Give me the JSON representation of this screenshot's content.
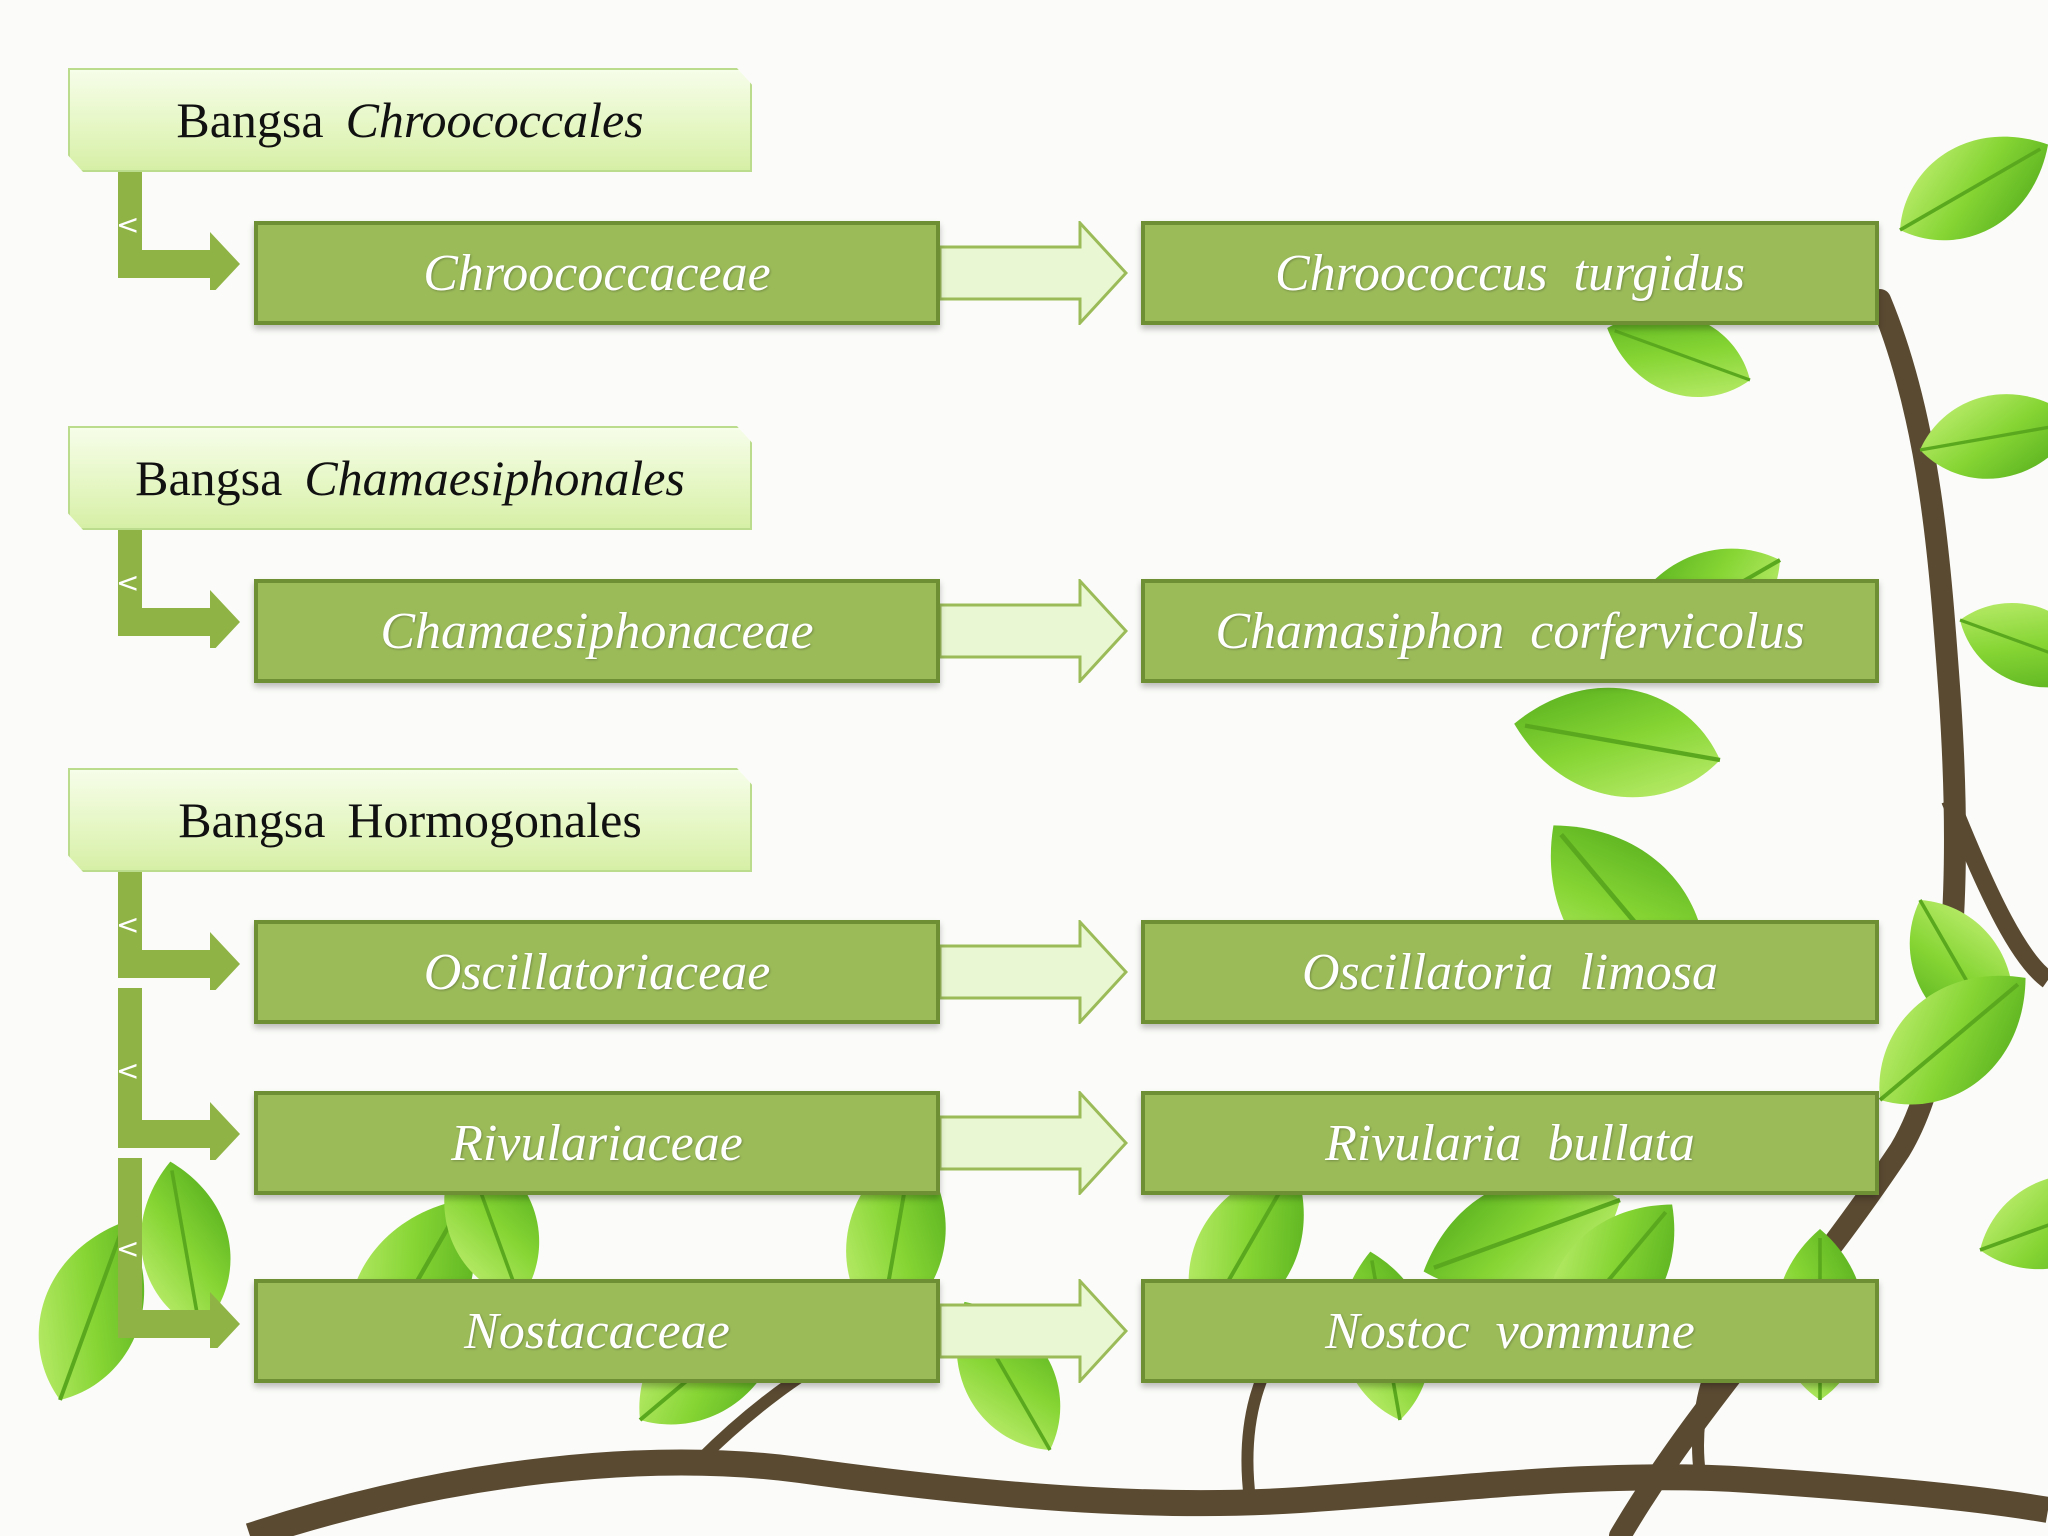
{
  "groups": [
    {
      "order_prefix": "Bangsa",
      "order_name": "Chroococcales",
      "order_name_italic": true,
      "rows": [
        {
          "family": "Chroococcaceae",
          "species": "Chroococcus  turgidus"
        }
      ]
    },
    {
      "order_prefix": "Bangsa",
      "order_name": "Chamaesiphonales",
      "order_name_italic": true,
      "rows": [
        {
          "family": "Chamaesiphonaceae",
          "species": "Chamasiphon  corfervicolus"
        }
      ]
    },
    {
      "order_prefix": "Bangsa",
      "order_name": "Hormogonales",
      "order_name_italic": false,
      "rows": [
        {
          "family": "Oscillatoriaceae",
          "species": "Oscillatoria  limosa"
        },
        {
          "family": "Rivulariaceae",
          "species": "Rivularia  bullata"
        },
        {
          "family": "Nostacaceae",
          "species": "Nostoc  vommune"
        }
      ]
    }
  ],
  "connector_glyph": "<",
  "colors": {
    "order_fill": "#e6f7c5",
    "box_fill": "#9bbb59",
    "box_border": "#6f8f34",
    "arrow_fill": "#e9f7d2",
    "elbow_fill": "#8fb345",
    "leaf_green": "#7dd12f",
    "branch_brown": "#5b4a32"
  }
}
